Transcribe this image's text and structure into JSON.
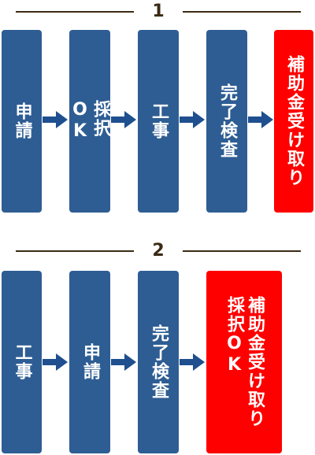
{
  "section1": {
    "number": "1",
    "steps": [
      "申請",
      "採択\nOK",
      "工事",
      "完了検査",
      "補助金受け取り"
    ]
  },
  "section2": {
    "number": "2",
    "steps": [
      "工事",
      "申請",
      "完了検査",
      "補助金受け取り\n採択OK"
    ]
  },
  "colors": {
    "step": "#2e5d93",
    "final": "#ff0000",
    "arrow": "#1f4f8f",
    "divider": "#3a2a14"
  }
}
